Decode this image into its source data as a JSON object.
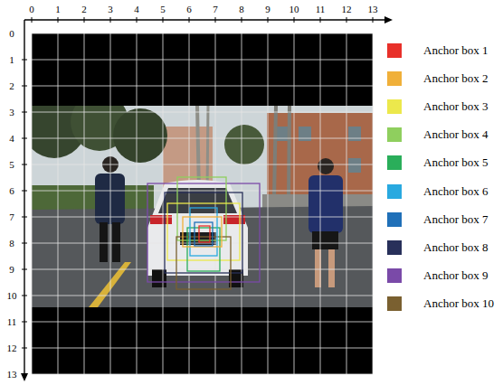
{
  "diagram": {
    "labels": [
      "0",
      "1",
      "2",
      "3",
      "4",
      "5",
      "6",
      "7",
      "8",
      "9",
      "10",
      "11",
      "12",
      "13",
      "0",
      "1",
      "2",
      "3",
      "4",
      "5",
      "6",
      "7",
      "8",
      "9",
      "10",
      "11",
      "12",
      "13"
    ],
    "legend": [
      {
        "text": "Anchor box 1",
        "color": "#e8302a"
      },
      {
        "text": "Anchor box 2",
        "color": "#f0b03a"
      },
      {
        "text": "Anchor box 3",
        "color": "#ece84c"
      },
      {
        "text": "Anchor box 4",
        "color": "#8fcf5e"
      },
      {
        "text": "Anchor box 5",
        "color": "#2aae5a"
      },
      {
        "text": "Anchor box 6",
        "color": "#29a9e0"
      },
      {
        "text": "Anchor box 7",
        "color": "#2070b8"
      },
      {
        "text": "Anchor box 8",
        "color": "#28305a"
      },
      {
        "text": "Anchor box 9",
        "color": "#7a4aa8"
      },
      {
        "text": "Anchor box 10",
        "color": "#7a6030"
      }
    ]
  }
}
